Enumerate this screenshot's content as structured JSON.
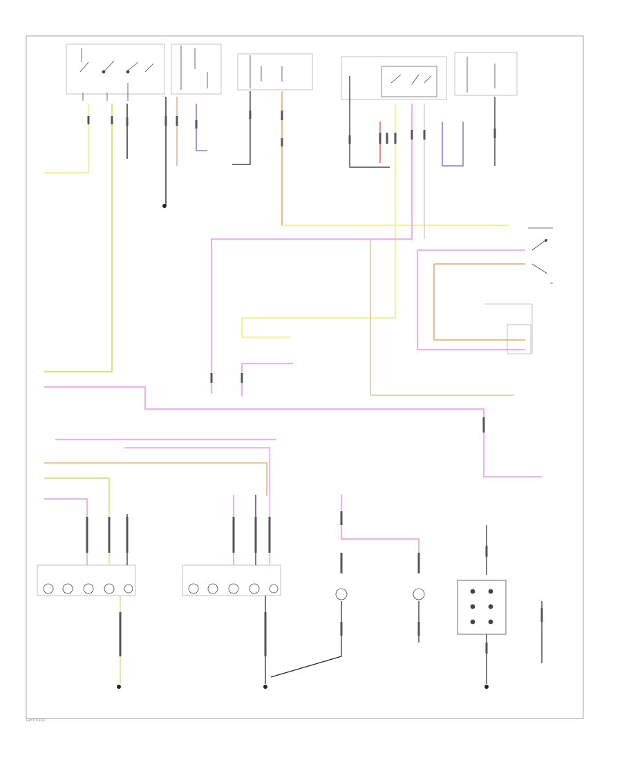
{
  "diagram": {
    "figure_code": "GPO7XXXX",
    "wire_colors": {
      "yellow": "#f3f39a",
      "yellow_green": "#d6e883",
      "pink": "#f2aef2",
      "violet": "#e39ee6",
      "orange": "#f2b07a",
      "blue": "#8c8cf2",
      "red": "#e88a8a",
      "gray": "#cccccc",
      "tan": "#d9c9a0",
      "black": "#222222",
      "frame": "#b5b5b5"
    },
    "components": [
      {
        "id": "headlamp-switch",
        "icon": "switch-icon"
      },
      {
        "id": "fuse-box-left",
        "icon": "fuse-icon"
      },
      {
        "id": "fuse-box-center",
        "icon": "fuse-icon"
      },
      {
        "id": "relay-box",
        "icon": "relay-icon"
      },
      {
        "id": "fuse-box-right",
        "icon": "fuse-icon"
      },
      {
        "id": "brake-switch",
        "icon": "switch-icon"
      },
      {
        "id": "right-rear-lamps",
        "icon": "lamp-icon"
      },
      {
        "id": "left-rear-lamps",
        "icon": "lamp-icon"
      },
      {
        "id": "license-lamp-left",
        "icon": "lamp-icon"
      },
      {
        "id": "license-lamp-right",
        "icon": "lamp-icon"
      },
      {
        "id": "trailer-connector",
        "icon": "connector-icon"
      },
      {
        "id": "ground-g1",
        "icon": "ground-icon"
      },
      {
        "id": "ground-g2",
        "icon": "ground-icon"
      },
      {
        "id": "ground-g3",
        "icon": "ground-icon"
      }
    ]
  }
}
